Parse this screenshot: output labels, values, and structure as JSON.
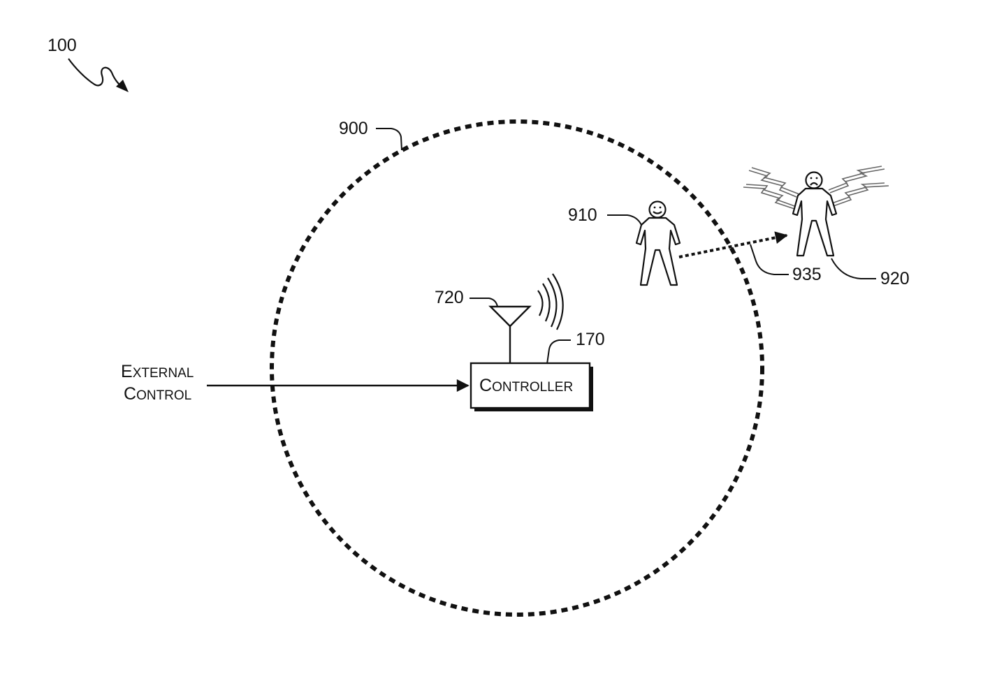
{
  "figure": {
    "ref_100": "100",
    "ref_900": "900",
    "ref_910": "910",
    "ref_920": "920",
    "ref_935": "935",
    "ref_720": "720",
    "ref_170": "170"
  },
  "external_control": {
    "line1": {
      "cap": "E",
      "rest": "XTERNAL"
    },
    "line2": {
      "cap": "C",
      "rest": "ONTROL"
    }
  },
  "controller": {
    "cap": "C",
    "rest": "ONTROLLER"
  },
  "colors": {
    "ink": "#111111",
    "background": "#ffffff"
  },
  "icons": {
    "happy_person": "happy-person-icon",
    "distressed_person": "distressed-person-icon",
    "antenna": "antenna-icon",
    "radio_waves": "radio-waves-icon",
    "lightning": "lightning-icon"
  }
}
